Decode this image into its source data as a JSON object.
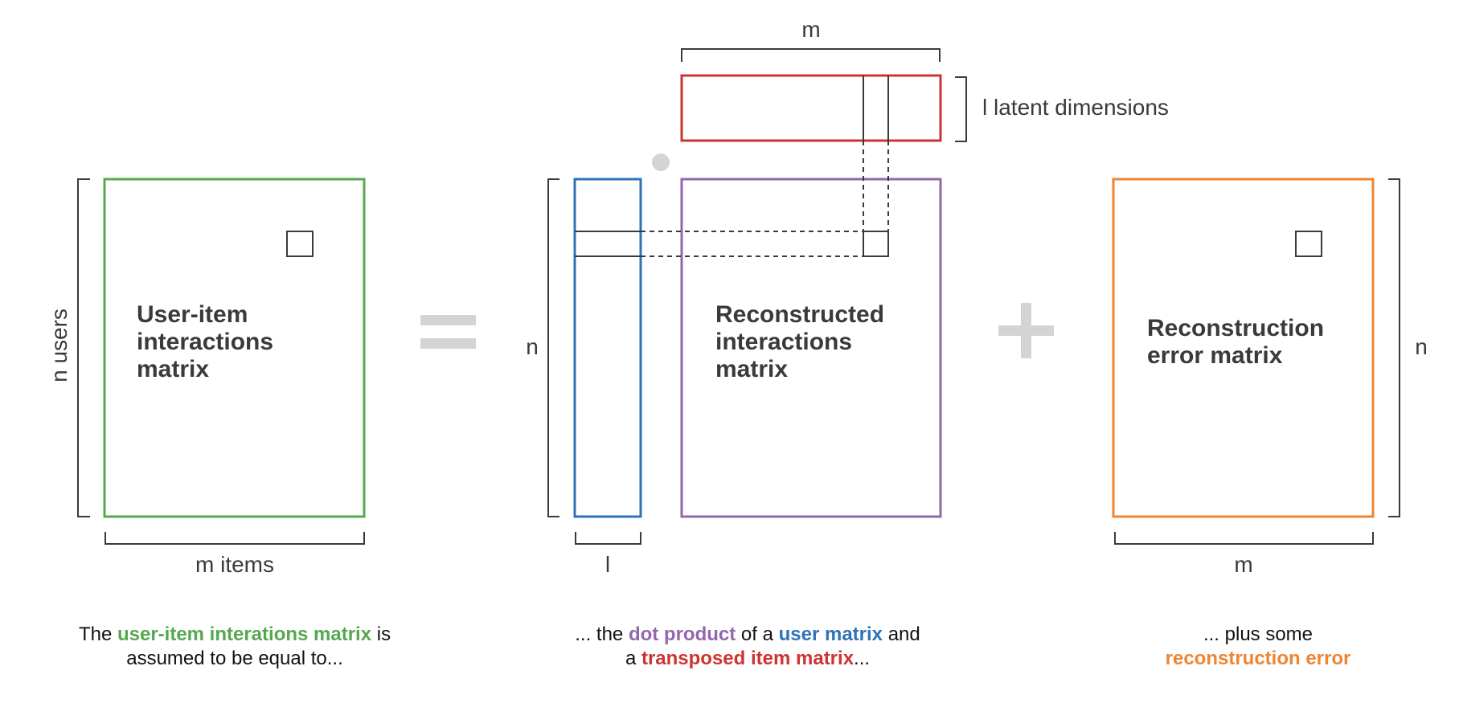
{
  "colors": {
    "green": "#55a84f",
    "purple": "#9267ac",
    "blue": "#2d73b8",
    "red": "#cf3331",
    "orange": "#ee8533",
    "line": "#3a3a3a",
    "operator": "#d4d4d4"
  },
  "left": {
    "matrix_label": [
      "User-item",
      "interactions",
      "matrix"
    ],
    "row_dim": "n users",
    "col_dim": "m items"
  },
  "middle": {
    "item_matrix_dim_top": "m",
    "latent_label": "l latent dimensions",
    "user_matrix_row_dim": "n",
    "user_matrix_col_dim": "l",
    "matrix_label": [
      "Reconstructed",
      "interactions",
      "matrix"
    ]
  },
  "right": {
    "matrix_label": [
      "Reconstruction",
      "error matrix"
    ],
    "row_dim": "n",
    "col_dim": "m"
  },
  "captions": {
    "left": {
      "line1": [
        "The ",
        "user-item interations matrix",
        " is"
      ],
      "line2": "assumed to be equal to..."
    },
    "middle": {
      "line1": [
        "... the ",
        "dot product",
        " of a ",
        "user matrix",
        " and"
      ],
      "line2": [
        "a ",
        "transposed item matrix",
        "..."
      ]
    },
    "right": {
      "line1": "... plus some",
      "line2": "reconstruction error"
    }
  }
}
